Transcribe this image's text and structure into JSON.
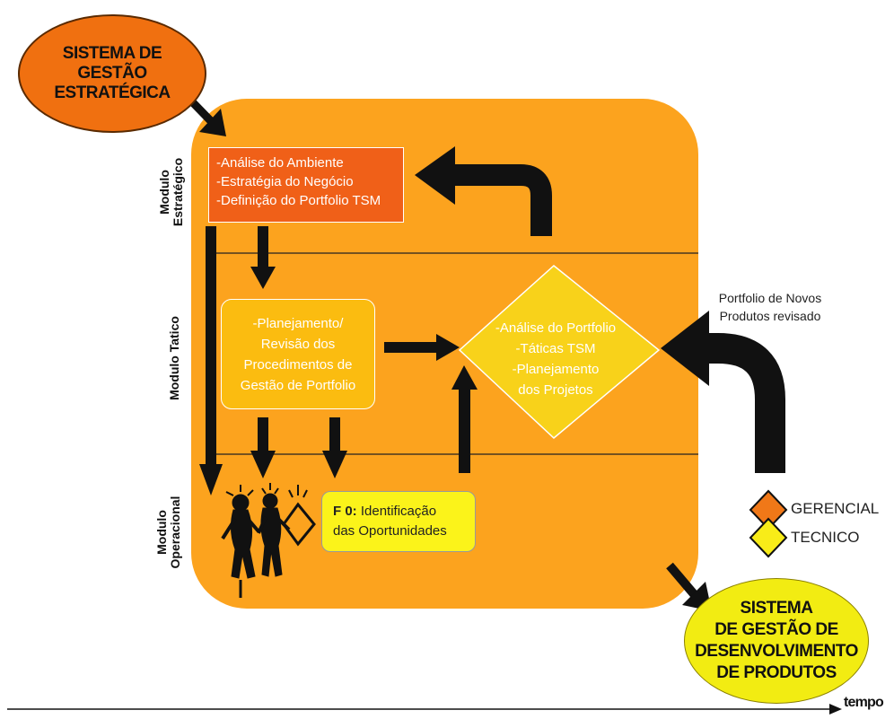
{
  "strategic_system": {
    "title": "SISTEMA DE\nGESTÃO\nESTRATÉGICA"
  },
  "product_system": {
    "title": "SISTEMA\nDE GESTÃO DE\nDESENVOLVIMENTO\nDE PRODUTOS"
  },
  "modules": {
    "strategic": "Modulo\nEstratégico",
    "tactic": "Modulo Tatico",
    "operational": "Modulo\nOperacional"
  },
  "strategic_box": {
    "lines": [
      "-Análise do Ambiente",
      "-Estratégia do Negócio",
      "-Definição do Portfolio TSM"
    ]
  },
  "tactic_box": {
    "text": "-Planejamento/\nRevisão dos\nProcedimentos de\nGestão de Portfolio"
  },
  "portfolio_diamond": {
    "text": "-Análise do Portfolio\n-Táticas TSM\n-Planejamento\ndos Projetos"
  },
  "f0_box": {
    "prefix": "F 0:",
    "line1": " Identificação",
    "line2": "das Oportunidades"
  },
  "revised_portfolio": {
    "text": "Portfolio de Novos\nProdutos revisado"
  },
  "legend": {
    "items": [
      {
        "label": "GERENCIAL",
        "color": "#f07818"
      },
      {
        "label": "TECNICO",
        "color": "#f8ec18"
      }
    ]
  },
  "time_axis": {
    "label": "tempo"
  },
  "colors": {
    "panel": "#fca31e",
    "strategic_box": "#f06018",
    "tactic_box": "#fbbc10",
    "diamond": "#f8d21a",
    "f0_box": "#fbf31a",
    "arrows": "#000000"
  }
}
